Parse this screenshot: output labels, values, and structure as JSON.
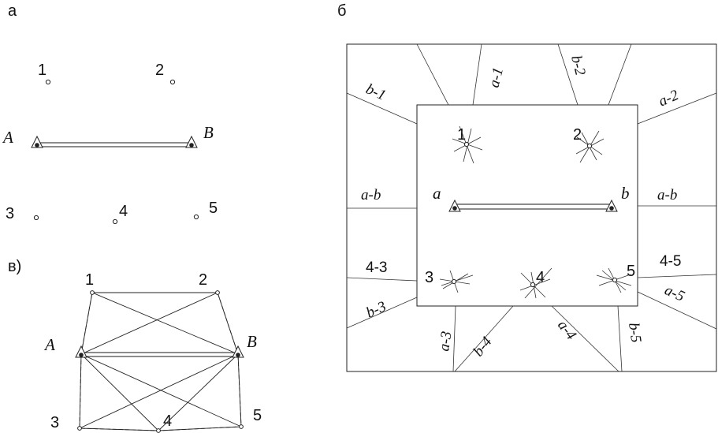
{
  "panels": {
    "a": {
      "label": "а",
      "points": [
        "1",
        "2",
        "3",
        "4",
        "5"
      ],
      "base_start": "A",
      "base_end": "B"
    },
    "b": {
      "label": "б",
      "points": [
        "1",
        "2",
        "3",
        "4",
        "5"
      ],
      "base_start": "a",
      "base_end": "b",
      "borders": [
        "a-1",
        "b-2",
        "b-1",
        "a-2",
        "a-b",
        "a-b",
        "4-3",
        "4-5",
        "b-3",
        "a-5",
        "a-3",
        "b-4",
        "a-4",
        "b-5"
      ]
    },
    "c": {
      "label": "в)",
      "points": [
        "1",
        "2",
        "3",
        "4",
        "5"
      ],
      "base_start": "A",
      "base_end": "B"
    }
  }
}
